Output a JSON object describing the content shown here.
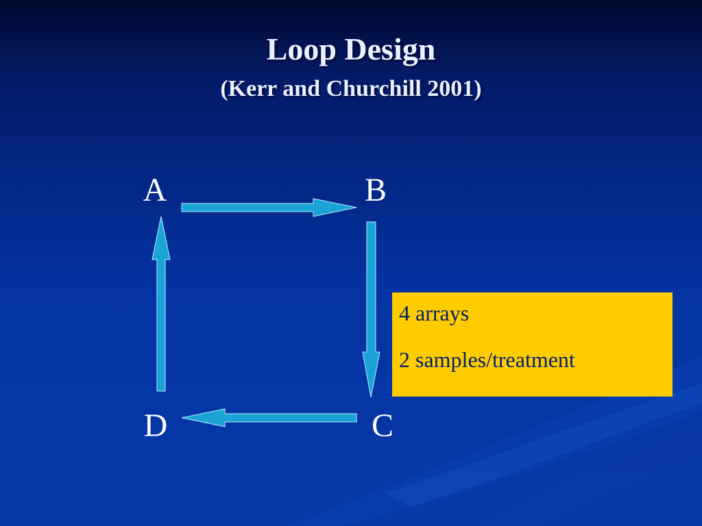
{
  "slide": {
    "title": "Loop Design",
    "subtitle": "(Kerr and Churchill 2001)"
  },
  "diagram": {
    "nodes": {
      "a": "A",
      "b": "B",
      "c": "C",
      "d": "D"
    },
    "edges": [
      {
        "from": "A",
        "to": "B"
      },
      {
        "from": "B",
        "to": "C"
      },
      {
        "from": "C",
        "to": "D"
      },
      {
        "from": "D",
        "to": "A"
      }
    ],
    "arrow_color": "#1aa3d6"
  },
  "info_box": {
    "line1": "4 arrays",
    "line2": "2 samples/treatment",
    "background": "#ffcc00"
  },
  "colors": {
    "background_top": "#02082c",
    "background_bottom": "#0639a8",
    "text": "#ffffff"
  }
}
